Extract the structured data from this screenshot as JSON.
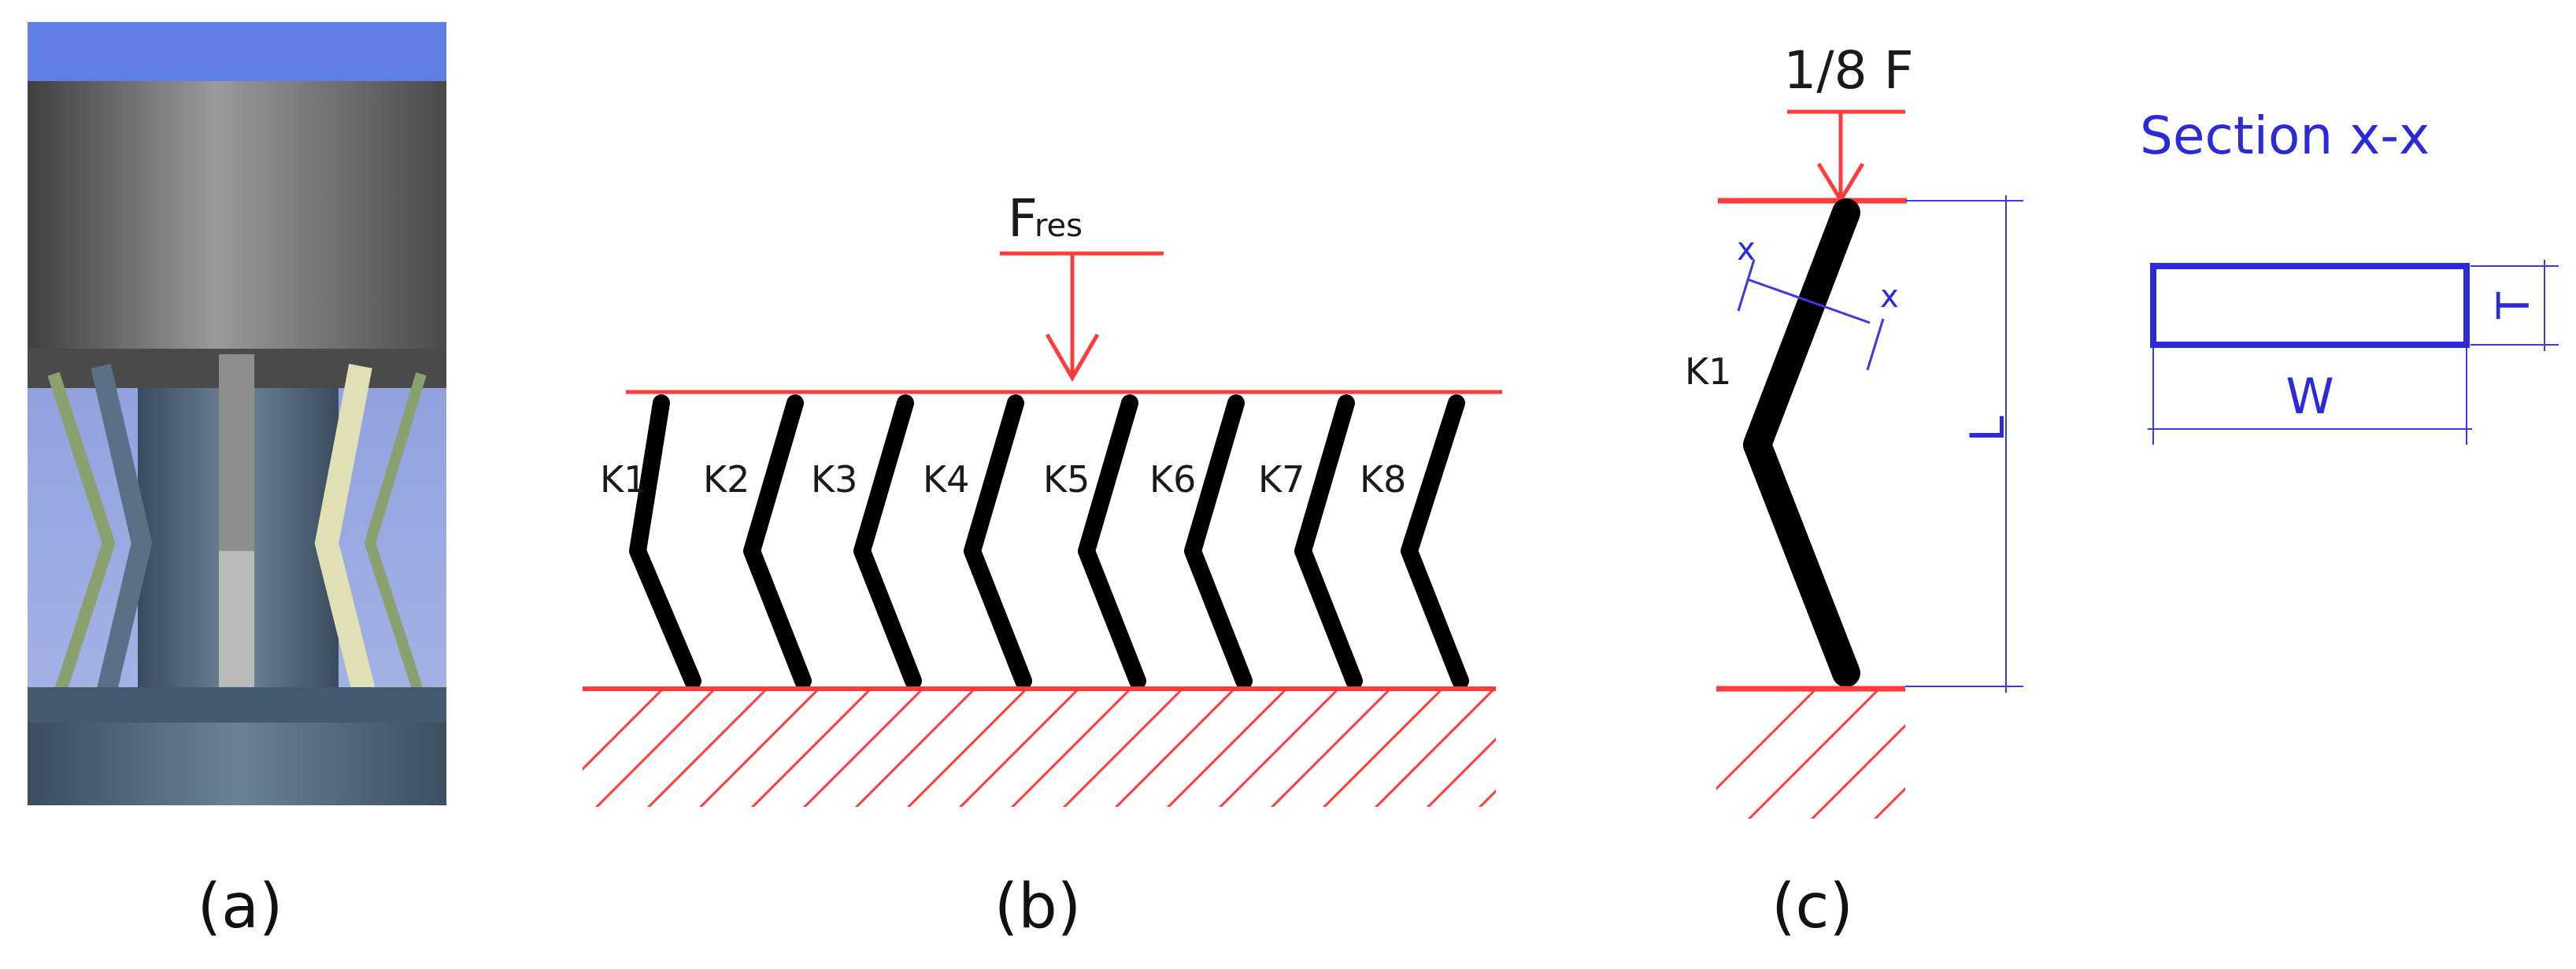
{
  "panels": {
    "a": {
      "caption": "(a)"
    },
    "b": {
      "caption": "(b)",
      "force_main": "F",
      "force_sub": "res",
      "springs": [
        "K1",
        "K2",
        "K3",
        "K4",
        "K5",
        "K6",
        "K7",
        "K8"
      ]
    },
    "c": {
      "caption": "(c)",
      "force_label": "1/8 F",
      "spring_label": "K1",
      "section_mark": "x",
      "length_label": "L",
      "section_title": "Section x-x",
      "width_label": "W",
      "thickness_label": "T"
    }
  },
  "colors": {
    "load": "#ff3b3b",
    "dimension": "#2a2ad8",
    "beam": "#000000"
  }
}
